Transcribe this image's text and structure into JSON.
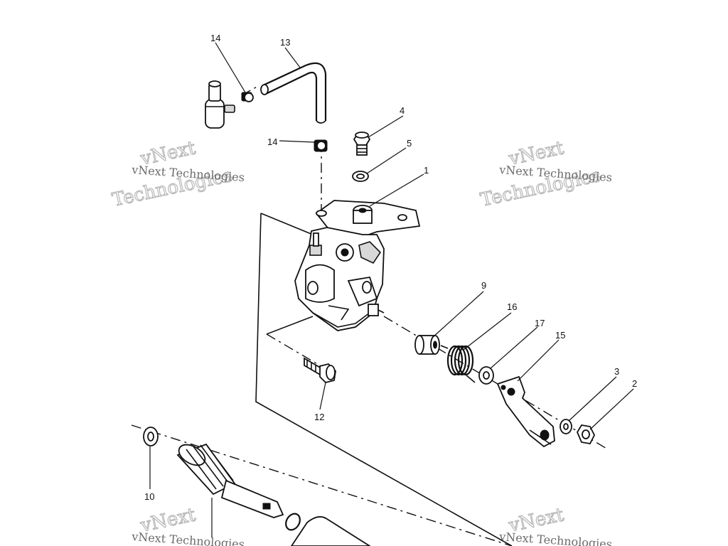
{
  "figure": {
    "callouts": {
      "c1": "1",
      "c2": "2",
      "c3": "3",
      "c4": "4",
      "c5": "5",
      "c9": "9",
      "c10": "10",
      "c12": "12",
      "c13": "13",
      "c14a": "14",
      "c14b": "14",
      "c15": "15",
      "c16": "16",
      "c17": "17"
    },
    "watermark": {
      "line1": "vNext Technologies",
      "line2": "Technologies",
      "line3": "vNext"
    }
  }
}
